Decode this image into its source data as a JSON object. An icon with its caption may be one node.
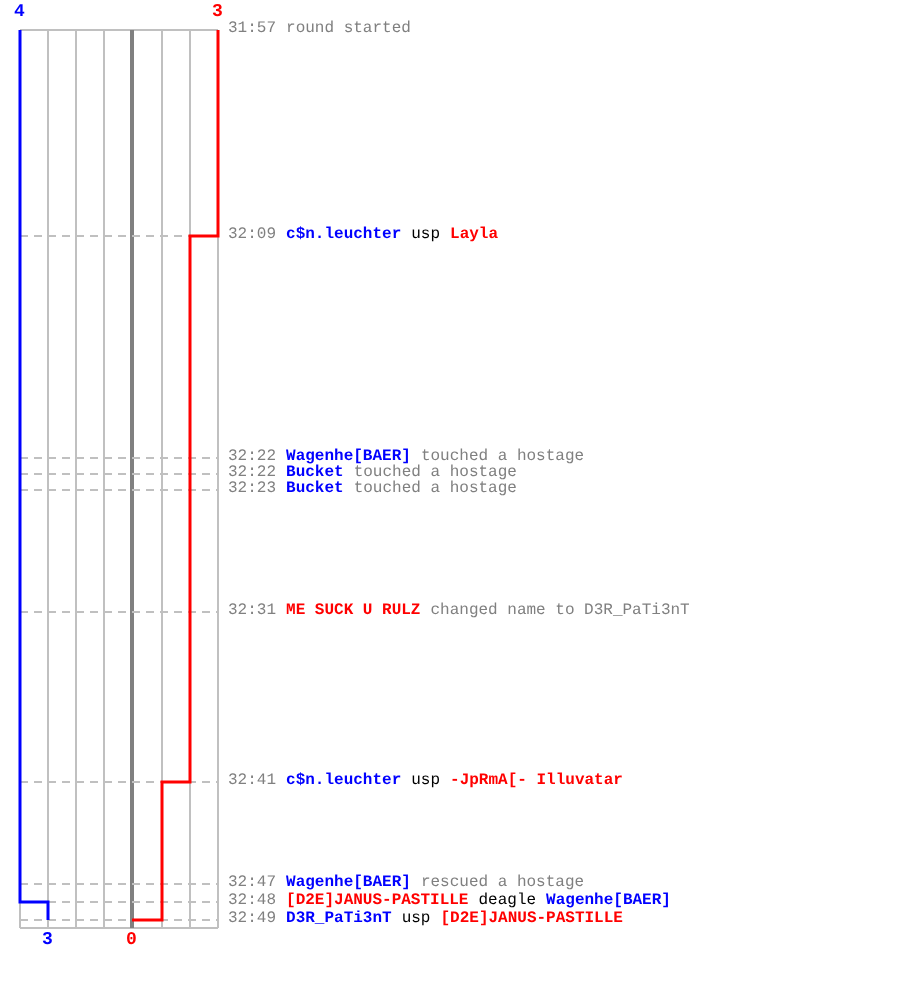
{
  "diagram": {
    "labels": [
      "4",
      "3",
      "31:57",
      "round started",
      "32:09",
      "c$n.leuchter",
      "usp",
      "Layla",
      "32:22",
      "Wagenhe[BAER]",
      "touched a hostage",
      "32:22",
      "Bucket",
      "touched a hostage",
      "32:23",
      "Bucket",
      "touched a hostage",
      "32:31",
      "ME SUCK U RULZ",
      "changed name to D3R_PaTi3nT",
      "32:41",
      "c$n.leuchter",
      "usp",
      "-JpRmA[- Illuvatar",
      "32:47",
      "Wagenhe[BAER]",
      "rescued a hostage",
      "32:48",
      "[D2E]JANUS-PASTILLE",
      "deagle",
      "Wagenhe[BAER]",
      "32:49",
      "D3R_PaTi3nT",
      "usp",
      "[D2E]JANUS-PASTILLE",
      "3",
      "0"
    ]
  }
}
